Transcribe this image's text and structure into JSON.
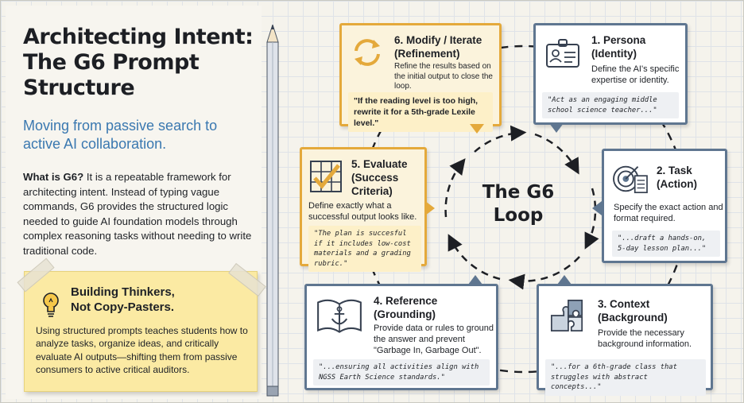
{
  "title_line1": "Architecting Intent:",
  "title_line2": "The G6 Prompt",
  "title_line3": "Structure",
  "subtitle": "Moving from passive search to active AI collaboration.",
  "intro": {
    "lead": "What is G6?",
    "body": " It is a repeatable framework for architecting intent. Instead of typing vague commands, G6 provides the structured logic needed to guide AI foundation models through complex reasoning tasks without needing to write traditional code."
  },
  "note": {
    "title_line1": "Building Thinkers,",
    "title_line2": "Not Copy-Pasters.",
    "text": "Using structured prompts teaches students how to analyze tasks, organize ideas, and critically evaluate AI outputs—shifting them from passive consumers to active critical auditors.",
    "icon": "lightbulb-icon"
  },
  "loop_label_line1": "The G6",
  "loop_label_line2": "Loop",
  "cards": {
    "persona": {
      "title_line1": "1. Persona",
      "title_line2": "(Identity)",
      "desc": "Define the AI's specific expertise or identity.",
      "quote": "\"Act as an engaging middle school science teacher...\"",
      "icon": "id-badge-icon"
    },
    "task": {
      "title_line1": "2. Task",
      "title_line2": "(Action)",
      "desc": "Specify the exact action and format required.",
      "quote": "\"...draft a hands-on, 5-day lesson plan...\"",
      "icon": "target-checklist-icon"
    },
    "context": {
      "title_line1": "3. Context",
      "title_line2": "(Background)",
      "desc": "Provide the necessary background information.",
      "quote": "\"...for a 6th-grade class that struggles with abstract concepts...\"",
      "icon": "puzzle-icon"
    },
    "reference": {
      "title_line1": "4. Reference",
      "title_line2": "(Grounding)",
      "desc": "Provide data or rules to ground the answer and prevent \"Garbage In, Garbage Out\".",
      "quote": "\"...ensuring all activities align with NGSS Earth Science standards.\"",
      "icon": "book-anchor-icon"
    },
    "evaluate": {
      "title_line1": "5. Evaluate",
      "title_line2": "(Success",
      "title_line3": "Criteria)",
      "desc": "Define exactly what a successful output looks like.",
      "quote": "\"The plan is succesful if it includes low-cost materials and a grading rubric.\"",
      "icon": "checkbox-grid-icon"
    },
    "modify": {
      "title_line1": "6. Modify / Iterate",
      "title_line2": "(Refinement)",
      "desc": "Refine the results based on the initial output to close the loop.",
      "quote": "\"If the reading level is too high, rewrite it for a 5th-grade Lexile level.\"",
      "icon": "refresh-arrows-icon"
    }
  },
  "colors": {
    "blue_border": "#5f7690",
    "gold_border": "#e4a93b",
    "subtitle": "#3a78b0",
    "note_bg": "#fbeaa3"
  }
}
